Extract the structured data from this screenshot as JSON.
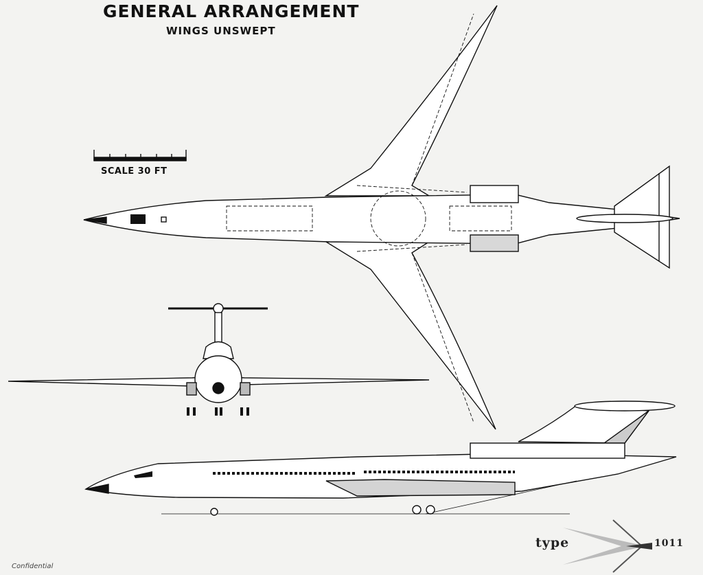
{
  "header": {
    "title": "GENERAL ARRANGEMENT",
    "subtitle": "WINGS UNSWEPT"
  },
  "scale": {
    "label": "SCALE 30 FT"
  },
  "logo": {
    "word": "type",
    "number": "1011"
  },
  "footer": {
    "classification": "Confidential"
  },
  "colors": {
    "ink": "#111111",
    "paper": "#f3f3f1",
    "shade": "#c8c8c8"
  }
}
